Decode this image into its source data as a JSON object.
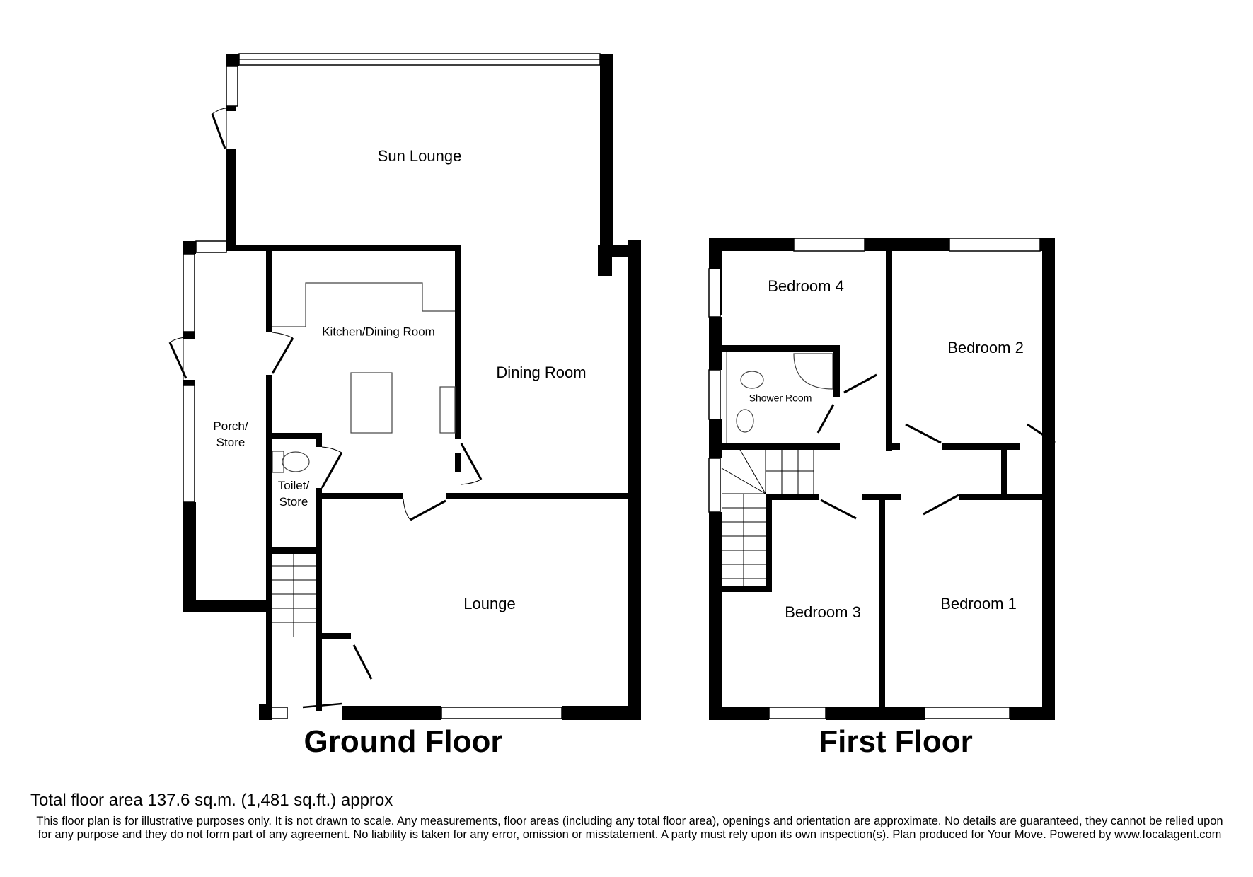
{
  "ground_floor": {
    "title": "Ground Floor",
    "rooms": {
      "sun_lounge": "Sun Lounge",
      "kitchen_dining": "Kitchen/Dining Room",
      "dining_room": "Dining Room",
      "porch_line1": "Porch/",
      "porch_line2": "Store",
      "toilet_line1": "Toilet/",
      "toilet_line2": "Store",
      "lounge": "Lounge"
    }
  },
  "first_floor": {
    "title": "First Floor",
    "rooms": {
      "bedroom_1": "Bedroom 1",
      "bedroom_2": "Bedroom 2",
      "bedroom_3": "Bedroom 3",
      "bedroom_4": "Bedroom 4",
      "shower_room": "Shower Room"
    }
  },
  "footer": {
    "total_area": "Total floor area 137.6 sq.m. (1,481 sq.ft.) approx",
    "disclaimer": "This floor plan is for illustrative purposes only. It is not drawn to scale. Any measurements, floor areas (including any total floor area), openings and orientation are approximate. No details are guaranteed, they cannot be relied upon for any purpose and they do not form part of any agreement. No liability is taken for any error, omission or misstatement. A party must rely upon its own inspection(s).  Plan produced for Your Move. Powered by www.focalagent.com"
  },
  "colors": {
    "wall": "#000000",
    "background": "#ffffff",
    "fixture_line": "#444444"
  }
}
